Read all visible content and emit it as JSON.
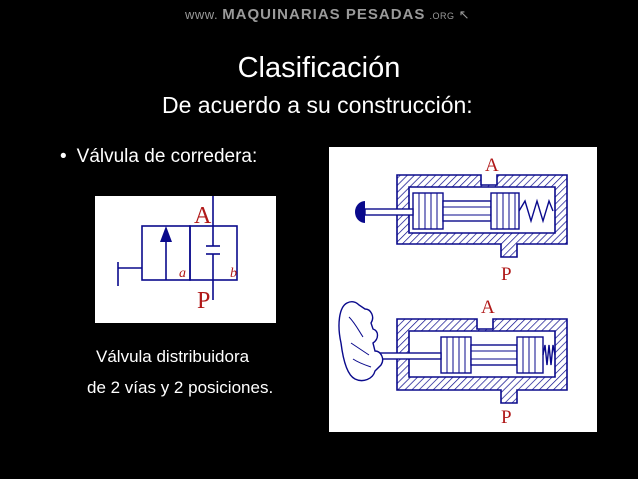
{
  "banner": {
    "www": "www.",
    "name": "MAQUINARIAS PESADAS",
    "tld": ".ORG"
  },
  "slide": {
    "title": "Clasificación",
    "subtitle": "De acuerdo a su construcción:",
    "bullet_marker": "•",
    "bullet": "Válvula de corredera:",
    "caption_line1": "Válvula distribuidora",
    "caption_line2": "de 2 vías y 2 posiciones."
  },
  "symbol": {
    "port_a": "A",
    "port_p": "P",
    "pos_a": "a",
    "pos_b": "b"
  },
  "valve_top": {
    "port_a": "A",
    "port_p": "P"
  },
  "valve_bottom": {
    "port_a": "A",
    "port_p": "P"
  },
  "colors": {
    "background": "#000000",
    "diagram_blue": "#0a0a8c",
    "port_label_red": "#b01818"
  }
}
